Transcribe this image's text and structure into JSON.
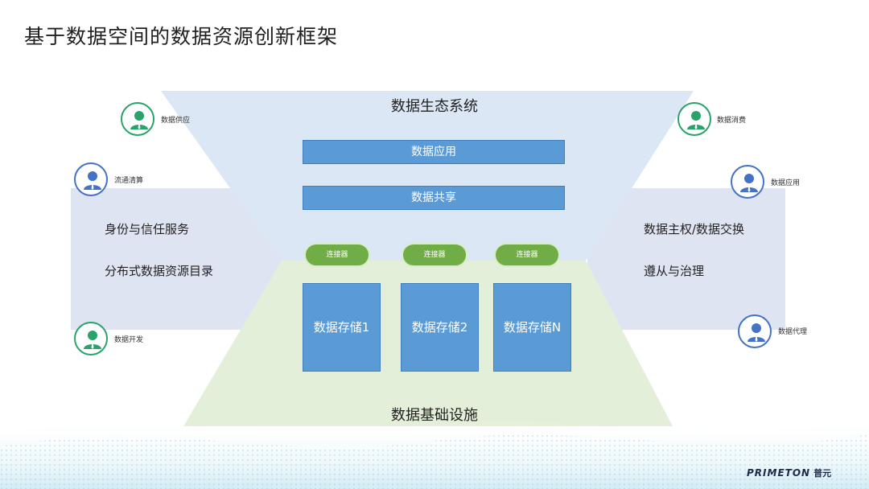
{
  "title": "基于数据空间的数据资源创新框架",
  "ecosystem_title": "数据生态系统",
  "infrastructure_title": "数据基础设施",
  "layers": [
    "数据应用",
    "数据共享"
  ],
  "connectors": [
    "连接器",
    "连接器",
    "连接器"
  ],
  "storage": [
    "数据存储1",
    "数据存储2",
    "数据存储N"
  ],
  "left_panel": [
    "身份与信任服务",
    "分布式数据资源目录"
  ],
  "right_panel": [
    "数据主权/数据交换",
    "遵从与治理"
  ],
  "roles": {
    "data_supply": "数据供应",
    "clearing": "流通清算",
    "data_dev": "数据开发",
    "data_consume": "数据消费",
    "data_app": "数据应用",
    "data_agent": "数据代理"
  },
  "colors": {
    "bar_blue": "#5b9bd5",
    "connector_green": "#70ad47",
    "ecosystem_fill": "#dce7f5",
    "infra_fill": "#e3efd8",
    "side_fill": "#dfe4f2",
    "avatar_green": "#2aa36a",
    "avatar_blue": "#4472c4"
  },
  "logo": {
    "brand": "PRIMETON",
    "cn": "普元"
  }
}
